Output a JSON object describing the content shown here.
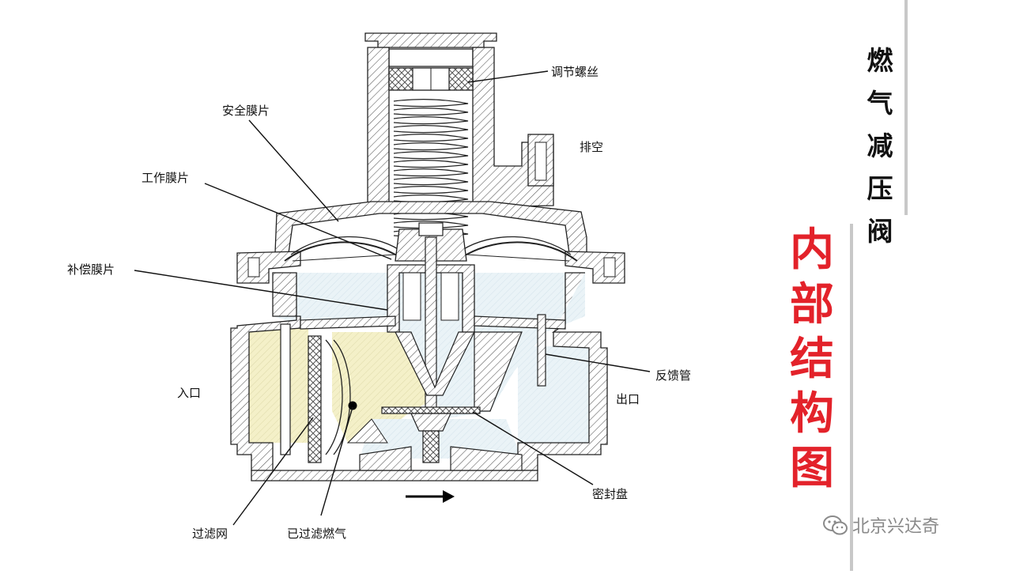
{
  "diagram": {
    "labels": {
      "adjust_screw": "调节螺丝",
      "safety_diaphragm": "安全膜片",
      "vent": "排空",
      "working_diaphragm": "工作膜片",
      "compensation_diaphragm": "补偿膜片",
      "inlet": "入口",
      "feedback_tube": "反馈管",
      "outlet": "出口",
      "seal_disc": "密封盘",
      "filter_mesh": "过滤网",
      "filtered_gas": "已过滤燃气"
    },
    "colors": {
      "hatch": "#555555",
      "yellow_fill": "#f4f0c8",
      "blue_fill": "#eaf3f7",
      "title_red": "#e3222a"
    }
  },
  "title": {
    "main_chars": [
      "燃",
      "气",
      "减",
      "压",
      "阀"
    ],
    "sub_chars": [
      "内",
      "部",
      "结",
      "构",
      "图"
    ]
  },
  "watermark": {
    "icon": "wechat-icon",
    "text": "北京兴达奇"
  }
}
